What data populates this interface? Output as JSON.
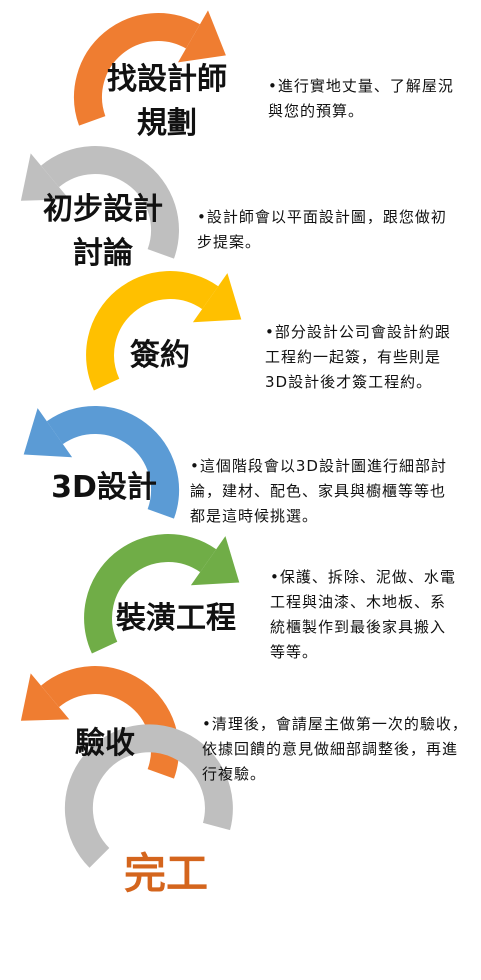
{
  "palette": {
    "orange": "#ef7d31",
    "gray": "#bfbfbf",
    "yellow": "#ffc000",
    "blue": "#5b9bd5",
    "green": "#70ad47",
    "final_text": "#d4651d"
  },
  "steps": [
    {
      "title_lines": [
        "找設計師",
        "規劃"
      ],
      "color": "orange",
      "desc_lines": [
        "•進行實地丈量、了解屋況",
        "與您的預算。"
      ]
    },
    {
      "title_lines": [
        "初步設計",
        "討論"
      ],
      "color": "gray",
      "desc_lines": [
        "•設計師會以平面設計圖，跟您做初",
        "步提案。"
      ]
    },
    {
      "title_lines": [
        "簽約"
      ],
      "color": "yellow",
      "desc_lines": [
        "•部分設計公司會設計約跟",
        "工程約一起簽，有些則是",
        "3D設計後才簽工程約。"
      ]
    },
    {
      "title_lines": [
        "3D設計"
      ],
      "color": "blue",
      "desc_lines": [
        "•這個階段會以3D設計圖進行細部討",
        "論，建材、配色、家具與櫥櫃等等也",
        "都是這時候挑選。"
      ]
    },
    {
      "title_lines": [
        "裝潢工程"
      ],
      "color": "green",
      "desc_lines": [
        "•保護、拆除、泥做、水電",
        "工程與油漆、木地板、系",
        "統櫃製作到最後家具搬入",
        "等等。"
      ]
    },
    {
      "title_lines": [
        "驗收"
      ],
      "color": "orange",
      "desc_lines": [
        "•清理後，會請屋主做第一次的驗收，",
        "依據回饋的意見做細部調整後，再進",
        "行複驗。"
      ]
    }
  ],
  "final": {
    "title": "完工",
    "color": "gray"
  }
}
